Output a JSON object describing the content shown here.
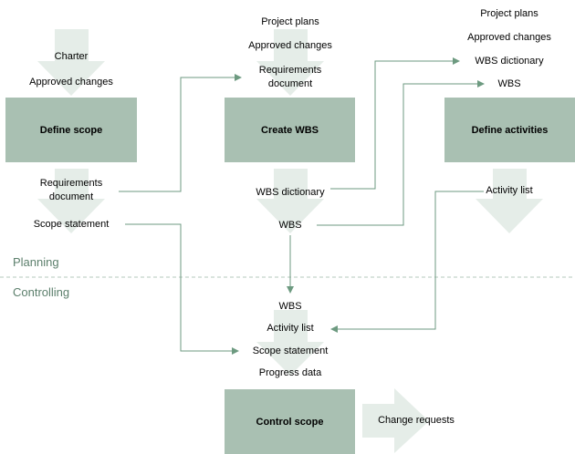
{
  "zones": {
    "planning": "Planning",
    "controlling": "Controlling"
  },
  "processes": {
    "define_scope": "Define scope",
    "create_wbs": "Create WBS",
    "define_activities": "Define activities",
    "control_scope": "Control scope"
  },
  "define_scope": {
    "inputs": [
      "Charter",
      "Approved changes"
    ],
    "outputs": [
      "Requirements document",
      "Scope statement"
    ]
  },
  "create_wbs": {
    "inputs": [
      "Project plans",
      "Approved changes",
      "Requirements document"
    ],
    "outputs": [
      "WBS dictionary",
      "WBS"
    ]
  },
  "define_activities": {
    "inputs": [
      "Project plans",
      "Approved changes",
      "WBS dictionary",
      "WBS"
    ],
    "outputs": [
      "Activity list"
    ]
  },
  "control_scope": {
    "inputs": [
      "WBS",
      "Activity list",
      "Scope statement",
      "Progress data"
    ],
    "outputs": [
      "Change requests"
    ]
  },
  "colors": {
    "box": "#a9c0b2",
    "arrow_fill": "#e5ede8",
    "connector": "#6d9a80",
    "zone_text": "#5c7f6c"
  }
}
